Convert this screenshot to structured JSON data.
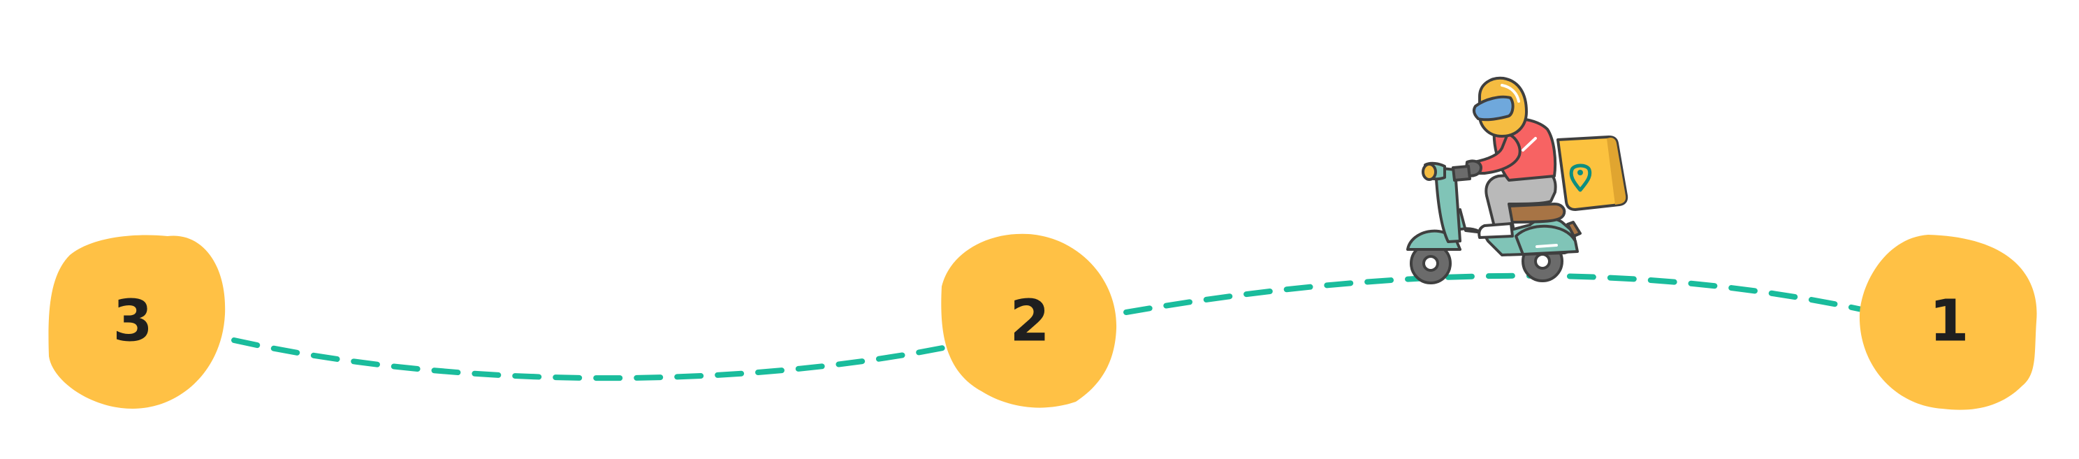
{
  "steps": [
    {
      "number": "3"
    },
    {
      "number": "2"
    },
    {
      "number": "1"
    }
  ],
  "illustration": {
    "subject": "delivery-courier-scooter-icon"
  },
  "colors": {
    "blob": "#FFC145",
    "path": "#1ABC9C",
    "text": "#1F1F1F",
    "outline": "#3F3F3F",
    "helmet": "#F5BC41",
    "visor": "#6FA8DC",
    "jacket": "#F76363",
    "scooter": "#80C4B7",
    "pants": "#B9B9B9",
    "seat": "#A77445",
    "box": "#FCC23F",
    "pin": "#0E8E80",
    "wheel": "#6B6B6B"
  }
}
